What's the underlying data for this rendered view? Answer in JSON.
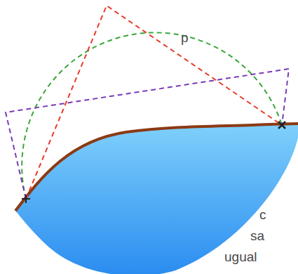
{
  "diagram": {
    "labels": [
      "p",
      "c",
      "sa",
      "ugual"
    ]
  }
}
